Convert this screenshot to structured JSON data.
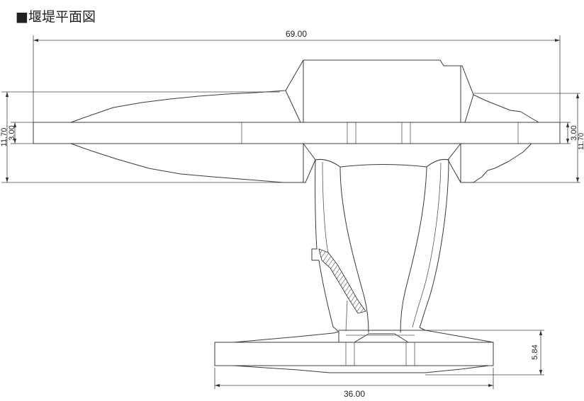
{
  "title": "■堰堤平面図",
  "dimensions": {
    "top": "69.00",
    "left_outer": "11.70",
    "left_inner": "3.00",
    "right_inner": "3.00",
    "right_outer": "11.70",
    "bottom_right": "5.84",
    "bottom": "36.00"
  },
  "colors": {
    "line": "#3a3a3a",
    "background": "#ffffff"
  }
}
